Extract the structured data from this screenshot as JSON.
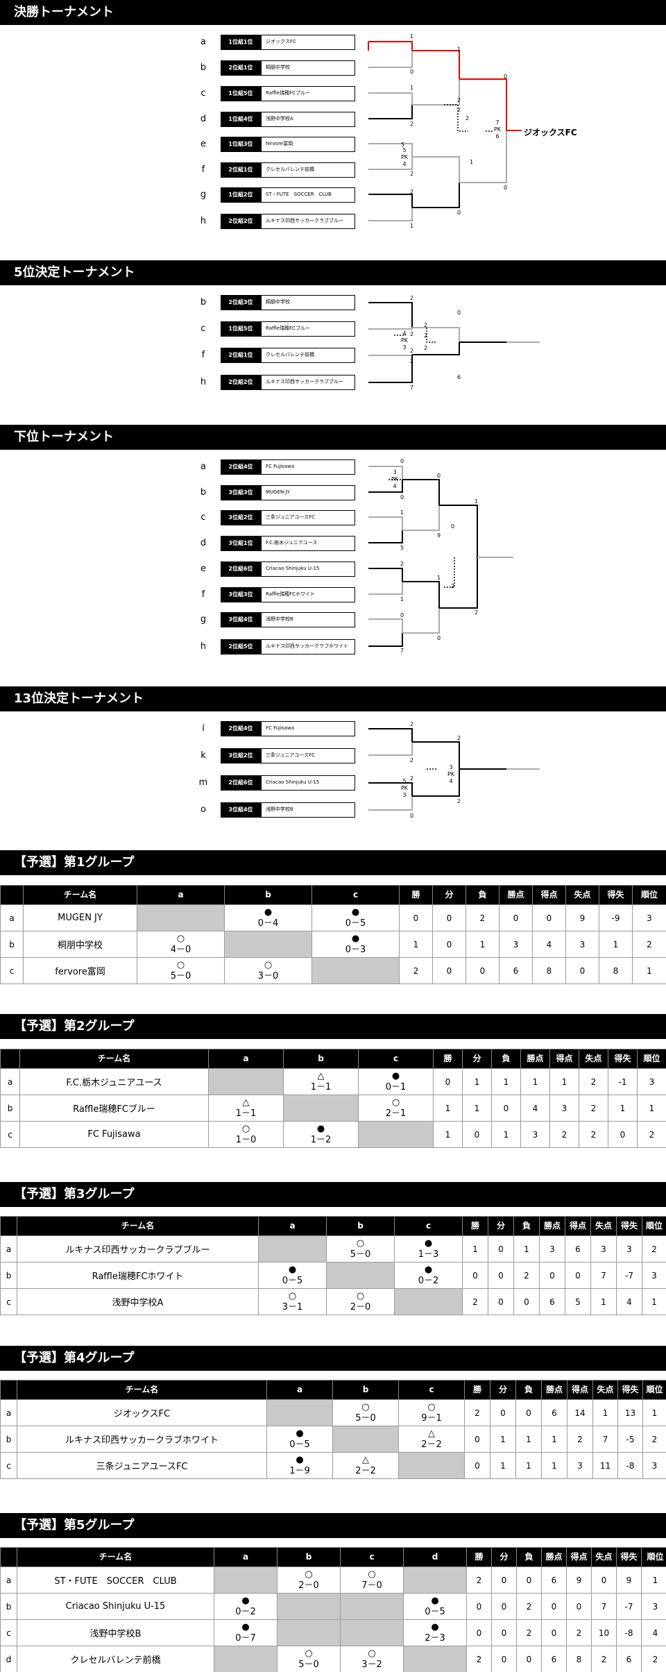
{
  "sections": {
    "final": "決勝トーナメント",
    "fifth": "5位決定トーナメント",
    "lower": "下位トーナメント",
    "thirteenth": "13位決定トーナメント"
  },
  "final": {
    "rows": [
      {
        "letter": "a",
        "rank": "1位組1位",
        "team": "ジオックスFC"
      },
      {
        "letter": "b",
        "rank": "2位組1位",
        "team": "桐朋中学校"
      },
      {
        "letter": "c",
        "rank": "1位組5位",
        "team": "Raffle瑞穂FCブルー"
      },
      {
        "letter": "d",
        "rank": "1位組4位",
        "team": "浅野中学校A"
      },
      {
        "letter": "e",
        "rank": "1位組3位",
        "team": "fervore富岡"
      },
      {
        "letter": "f",
        "rank": "2位組1位",
        "team": "クレセルバレンテ前橋"
      },
      {
        "letter": "g",
        "rank": "1位組2位",
        "team": "ST・FUTE　SOCCER　CLUB"
      },
      {
        "letter": "h",
        "rank": "2位組2位",
        "team": "ルキナス印西サッカークラブブルー"
      }
    ],
    "champion": "ジオックスFC",
    "scores": [
      "1",
      "0",
      "1",
      "2",
      "5",
      "2",
      "2",
      "1",
      "1",
      "2",
      "2",
      "0",
      "2",
      "1",
      "0",
      "0"
    ],
    "pk": [
      "5",
      "PK",
      "4",
      "7",
      "PK",
      "6"
    ]
  },
  "fifth": {
    "rows": [
      {
        "letter": "b",
        "rank": "2位組3位",
        "team": "桐朋中学校"
      },
      {
        "letter": "c",
        "rank": "1位組5位",
        "team": "Raffle瑞穂FCブルー"
      },
      {
        "letter": "f",
        "rank": "2位組1位",
        "team": "クレセルバレンテ前橋"
      },
      {
        "letter": "h",
        "rank": "2位組2位",
        "team": "ルキナス印西サッカークラブブルー"
      }
    ],
    "scores": [
      "2",
      "2",
      "2",
      "2",
      "2",
      "7",
      "0",
      "6",
      "2",
      "2"
    ],
    "pk": [
      "4",
      "PK",
      "3"
    ]
  },
  "lower": {
    "rows": [
      {
        "letter": "a",
        "rank": "2位組4位",
        "team": "FC Fujisawa"
      },
      {
        "letter": "b",
        "rank": "3位組3位",
        "team": "MUGEN JY"
      },
      {
        "letter": "c",
        "rank": "3位組2位",
        "team": "三条ジュニアユースFC"
      },
      {
        "letter": "d",
        "rank": "3位組1位",
        "team": "F.C.栃木ジュニアユース"
      },
      {
        "letter": "e",
        "rank": "2位組6位",
        "team": "Criacao Shinjuku U-15"
      },
      {
        "letter": "f",
        "rank": "3位組3位",
        "team": "Raffle瑞穂FCホワイト"
      },
      {
        "letter": "g",
        "rank": "3位組4位",
        "team": "浅野中学校B"
      },
      {
        "letter": "h",
        "rank": "2位組5位",
        "team": "ルキナス印西サッカークラブホワイト"
      }
    ],
    "scores": [
      "0",
      "0",
      "1",
      "5",
      "2",
      "1",
      "0",
      "7",
      "0",
      "9",
      "1",
      "0",
      "1",
      "2",
      "0",
      "2"
    ],
    "pk": [
      "3",
      "PK",
      "4"
    ]
  },
  "thirteenth": {
    "rows": [
      {
        "letter": "i",
        "rank": "2位組4位",
        "team": "FC Fujisawa"
      },
      {
        "letter": "k",
        "rank": "3位組2位",
        "team": "三条ジュニアユースFC"
      },
      {
        "letter": "m",
        "rank": "2位組6位",
        "team": "Criacao Shinjuku U-15"
      },
      {
        "letter": "o",
        "rank": "3位組4位",
        "team": "浅野中学校B"
      }
    ],
    "scores": [
      "2",
      "2",
      "2",
      "0",
      "2",
      "2"
    ],
    "pk": [
      "5",
      "PK",
      "3",
      "3",
      "PK",
      "4"
    ]
  },
  "stat_headers": [
    "勝",
    "分",
    "負",
    "勝点",
    "得点",
    "失点",
    "得失",
    "順位"
  ],
  "team_header": "チーム名",
  "groups": [
    {
      "title": "【予選】第1グループ",
      "cols": [
        "a",
        "b",
        "c"
      ],
      "rows": [
        {
          "id": "a",
          "name": "MUGEN JY",
          "results": [
            null,
            "●\n0－4",
            "●\n0－5"
          ],
          "stats": [
            "0",
            "0",
            "2",
            "0",
            "0",
            "9",
            "-9",
            "3"
          ]
        },
        {
          "id": "b",
          "name": "桐朋中学校",
          "results": [
            "○\n4－0",
            null,
            "●\n0－3"
          ],
          "stats": [
            "1",
            "0",
            "1",
            "3",
            "4",
            "3",
            "1",
            "2"
          ]
        },
        {
          "id": "c",
          "name": "fervore富岡",
          "results": [
            "○\n5－0",
            "○\n3－0",
            null
          ],
          "stats": [
            "2",
            "0",
            "0",
            "6",
            "8",
            "0",
            "8",
            "1"
          ]
        }
      ]
    },
    {
      "title": "【予選】第2グループ",
      "cols": [
        "a",
        "b",
        "c"
      ],
      "rows": [
        {
          "id": "a",
          "name": "F.C.栃木ジュニアユース",
          "results": [
            null,
            "△\n1－1",
            "●\n0－1"
          ],
          "stats": [
            "0",
            "1",
            "1",
            "1",
            "1",
            "2",
            "-1",
            "3"
          ]
        },
        {
          "id": "b",
          "name": "Raffle瑞穂FCブルー",
          "results": [
            "△\n1－1",
            null,
            "○\n2－1"
          ],
          "stats": [
            "1",
            "1",
            "0",
            "4",
            "3",
            "2",
            "1",
            "1"
          ]
        },
        {
          "id": "c",
          "name": "FC Fujisawa",
          "results": [
            "○\n1－0",
            "●\n1－2",
            null
          ],
          "stats": [
            "1",
            "0",
            "1",
            "3",
            "2",
            "2",
            "0",
            "2"
          ]
        }
      ]
    },
    {
      "title": "【予選】第3グループ",
      "cols": [
        "a",
        "b",
        "c"
      ],
      "rows": [
        {
          "id": "a",
          "name": "ルキナス印西サッカークラブブルー",
          "results": [
            null,
            "○\n5－0",
            "●\n1－3"
          ],
          "stats": [
            "1",
            "0",
            "1",
            "3",
            "6",
            "3",
            "3",
            "2"
          ]
        },
        {
          "id": "b",
          "name": "Raffle瑞穂FCホワイト",
          "results": [
            "●\n0－5",
            null,
            "●\n0－2"
          ],
          "stats": [
            "0",
            "0",
            "2",
            "0",
            "0",
            "7",
            "-7",
            "3"
          ]
        },
        {
          "id": "c",
          "name": "浅野中学校A",
          "results": [
            "○\n3－1",
            "○\n2－0",
            null
          ],
          "stats": [
            "2",
            "0",
            "0",
            "6",
            "5",
            "1",
            "4",
            "1"
          ]
        }
      ]
    },
    {
      "title": "【予選】第4グループ",
      "cols": [
        "a",
        "b",
        "c"
      ],
      "rows": [
        {
          "id": "a",
          "name": "ジオックスFC",
          "results": [
            null,
            "○\n5－0",
            "○\n9－1"
          ],
          "stats": [
            "2",
            "0",
            "0",
            "6",
            "14",
            "1",
            "13",
            "1"
          ]
        },
        {
          "id": "b",
          "name": "ルキナス印西サッカークラブホワイト",
          "results": [
            "●\n0－5",
            null,
            "△\n2－2"
          ],
          "stats": [
            "0",
            "1",
            "1",
            "1",
            "2",
            "7",
            "-5",
            "2"
          ]
        },
        {
          "id": "c",
          "name": "三条ジュニアユースFC",
          "results": [
            "●\n1－9",
            "△\n2－2",
            null
          ],
          "stats": [
            "0",
            "1",
            "1",
            "1",
            "3",
            "11",
            "-8",
            "3"
          ]
        }
      ]
    },
    {
      "title": "【予選】第5グループ",
      "cols": [
        "a",
        "b",
        "c",
        "d"
      ],
      "rows": [
        {
          "id": "a",
          "name": "ST・FUTE　SOCCER　CLUB",
          "results": [
            null,
            "○\n2－0",
            "○\n7－0",
            null
          ],
          "stats": [
            "2",
            "0",
            "0",
            "6",
            "9",
            "0",
            "9",
            "1"
          ]
        },
        {
          "id": "b",
          "name": "Criacao Shinjuku U-15",
          "results": [
            "●\n0－2",
            null,
            null,
            "●\n0－5"
          ],
          "stats": [
            "0",
            "0",
            "2",
            "0",
            "0",
            "7",
            "-7",
            "3"
          ]
        },
        {
          "id": "c",
          "name": "浅野中学校B",
          "results": [
            "●\n0－7",
            null,
            null,
            "●\n2－3"
          ],
          "stats": [
            "0",
            "0",
            "2",
            "0",
            "2",
            "10",
            "-8",
            "4"
          ]
        },
        {
          "id": "d",
          "name": "クレセルバレンテ前橋",
          "results": [
            null,
            "○\n5－0",
            "○\n3－2",
            null
          ],
          "stats": [
            "2",
            "0",
            "0",
            "6",
            "8",
            "2",
            "6",
            "2"
          ]
        }
      ]
    }
  ],
  "colors": {
    "header": "#000000",
    "winner_line": "#e60000",
    "empty_cell": "#c9c9c9",
    "loser_line": "#aaaaaa"
  }
}
